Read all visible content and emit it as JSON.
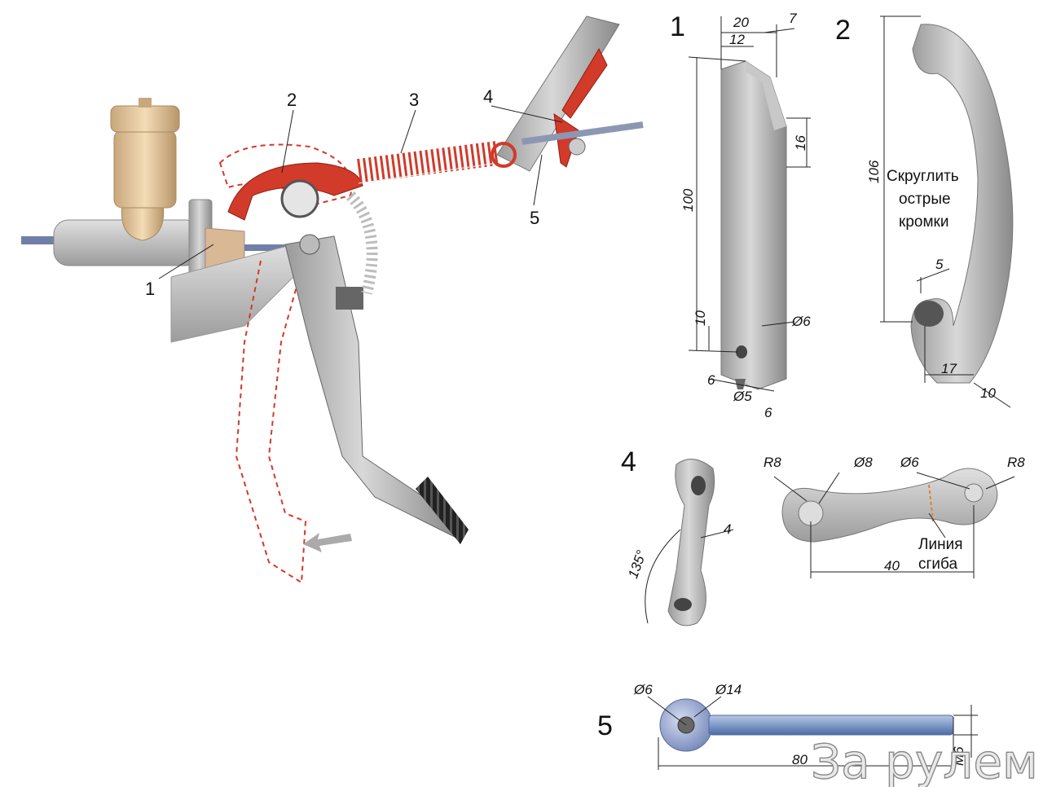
{
  "main_view": {
    "callouts": [
      "1",
      "2",
      "3",
      "4",
      "5"
    ]
  },
  "part1": {
    "number": "1",
    "dims": {
      "width_total": "20",
      "width_inner": "12",
      "bevel": "7",
      "bevel_height": "16",
      "height": "100",
      "hole_offset": "10",
      "hole_dia": "Ø6",
      "slot_offset": "6",
      "slot_dia": "Ø5",
      "slot_side": "6"
    }
  },
  "part2": {
    "number": "2",
    "dims": {
      "height": "106",
      "gap": "5",
      "inner": "17",
      "thickness": "10"
    },
    "note": [
      "Скруглить",
      "острые",
      "кромки"
    ]
  },
  "part4": {
    "number": "4",
    "dims": {
      "angle": "135°",
      "thickness": "4",
      "radius_left": "R8",
      "hole_left": "Ø8",
      "hole_right": "Ø6",
      "radius_right": "R8",
      "length": "40"
    },
    "note": [
      "Линия",
      "сгиба"
    ]
  },
  "part5": {
    "number": "5",
    "dims": {
      "hole": "Ø6",
      "eye": "Ø14",
      "length": "80",
      "thread": "М6"
    }
  },
  "watermark": "За рулем"
}
